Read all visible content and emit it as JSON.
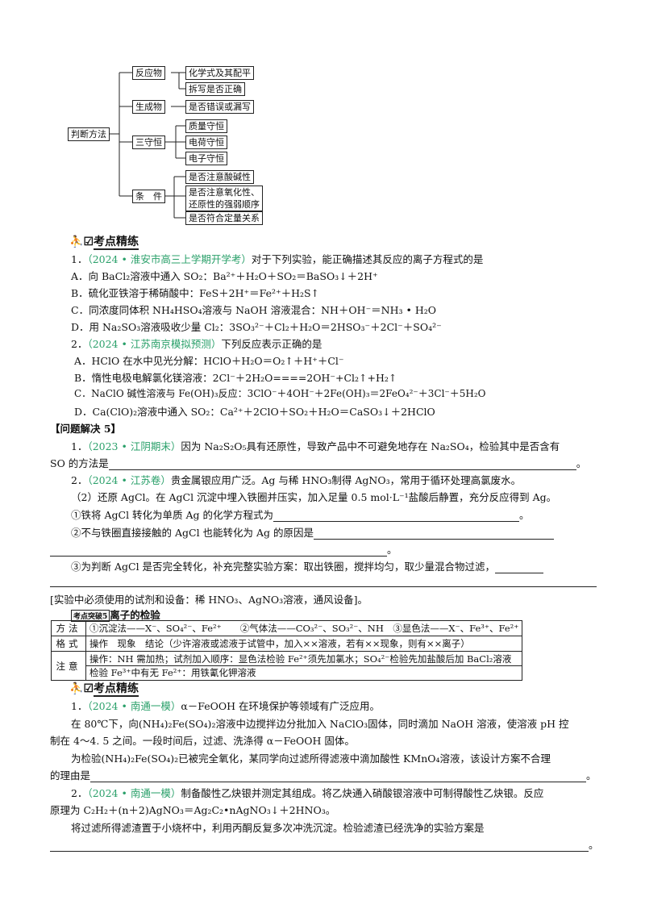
{
  "tree": {
    "root": "判断方法",
    "branch1": "反应物",
    "branch2": "生成物",
    "branch3": "三守恒",
    "branch4": "条　件",
    "leaf1": "化学式及其配平",
    "leaf2": "拆写是否正确",
    "leaf3": "是否错误或漏写",
    "leaf4": "质量守恒",
    "leaf5": "电荷守恒",
    "leaf6": "电子守恒",
    "leaf7": "是否注意酸碱性",
    "leaf8a": "是否注意氧化性、",
    "leaf8b": "还原性的强弱顺序",
    "leaf9": "是否符合定量关系"
  },
  "sec1": {
    "title": "考点精练",
    "q1_num": "1．",
    "q1_src": "（2024 • 淮安市高三上学期开学考）",
    "q1_stem": "对于下列实验，能正确描述其反应的离子方程式的是",
    "q1_a": "A．向 BaCl₂溶液中通入 SO₂：Ba²⁺＋H₂O＋SO₂＝BaSO₃↓＋2H⁺",
    "q1_b": "B．硫化亚铁溶于稀硝酸中：FeS＋2H⁺＝Fe²⁺＋H₂S↑",
    "q1_c": "C．同浓度同体积 NH₄HSO₄溶液与 NaOH 溶液混合：NH＋OH⁻＝NH₃ • H₂O",
    "q1_d": "D．用 Na₂SO₃溶液吸收少量 Cl₂：3SO₃²⁻＋Cl₂＋H₂O＝2HSO₃⁻＋2Cl⁻＋SO₄²⁻",
    "q2_num": "2．",
    "q2_src": "（2024 • 江苏南京模拟预测）",
    "q2_stem": "下列反应表示正确的是",
    "q2_a": "A．HClO 在水中见光分解：HClO＋H₂O＝O₂↑＋H⁺＋Cl⁻",
    "q2_b": "B．惰性电极电解氯化镁溶液：2Cl⁻＋2H₂O====2OH⁻+Cl₂↑+H₂↑",
    "q2_c": "C．NaClO 碱性溶液与 Fe(OH)₃反应：3ClO⁻＋4OH⁻＋2Fe(OH)₃＝2FeO₄²⁻＋3Cl⁻＋5H₂O",
    "q2_d": "D．Ca(ClO)₂溶液中通入 SO₂：Ca²⁺＋2ClO＋SO₂＋H₂O＝CaSO₃↓＋2HClO"
  },
  "sec2": {
    "title": "【问题解决 5】",
    "p1_num": "1．",
    "p1_src": "（2023 • 江阴期末）",
    "p1_text": "因为 Na₂S₂O₅具有还原性，导致产品中不可避免地存在 Na₂SO₄，检验其中是否含有",
    "p1_text2": "SO 的方法是",
    "p1_end": "。",
    "p2_num": "2．",
    "p2_src": "（2024 • 江苏卷）",
    "p2_text": "贵金属银应用广泛。Ag 与稀 HNO₃制得 AgNO₃，常用于循环处理高氯废水。",
    "p2_sub": "（2）还原 AgCl。在 AgCl 沉淀中埋入铁圈并压实，加入足量 0.5 mol·L⁻¹盐酸后静置，充分反应得到 Ag。",
    "p2_q1": "①铁将 AgCl 转化为单质 Ag 的化学方程式为",
    "p2_q1_end": "。",
    "p2_q2": "②不与铁圈直接接触的 AgCl 也能转化为 Ag 的原因是",
    "p2_q2_end": "。",
    "p2_q3": "③为判断 AgCl 是否完全转化，补充完整实验方案：取出铁圈，搅拌均匀，取少量混合物过滤，",
    "p2_note": "[实验中必须使用的试剂和设备：稀 HNO₃、AgNO₃溶液，通风设备]。"
  },
  "sec3": {
    "badge": "考点突破5",
    "title": "离子的检验",
    "row1_label": "方法",
    "row1_text": "①沉淀法——X⁻、SO₄²⁻、Fe²⁺　　②气体法——CO₃²⁻、SO₃²⁻、NH　③显色法——X⁻、Fe³⁺、Fe²⁺",
    "row2_label": "格式",
    "row2_text": "操作　现象　结论（少许溶液或滤液于试管中，加入××溶液，若有××现象，则有××离子）",
    "row3_label": "注意",
    "row3_text1": "操作：NH 需加热；试剂加入顺序：显色法检验 Fe²⁺须先加氯水；SO₄²⁻检验先加盐酸后加 BaCl₂溶液",
    "row3_text2": "检验 Fe³⁺中有无 Fe²⁺：用铁氰化钾溶液"
  },
  "sec4": {
    "title": "考点精练",
    "e1_num": "1．",
    "e1_src": "（2024 • 南通一模）",
    "e1_text": "α－FeOOH 在环境保护等领域有广泛应用。",
    "e1_p1": "在 80℃下，向(NH₄)₂Fe(SO₄)₂溶液中边搅拌边分批加入 NaClO₃固体，同时滴加 NaOH 溶液，使溶液 pH 控",
    "e1_p2": "制在 4～4. 5 之间。一段时间后，过滤、洗涤得 α－FeOOH 固体。",
    "e1_p3": "为检验(NH₄)₂Fe(SO₄)₂已被完全氧化，某同学向过滤所得滤液中滴加酸性 KMnO₄溶液，该设计方案不合理",
    "e1_p4": "的理由是",
    "e1_end": "。",
    "e2_num": "2．",
    "e2_src": "（2024 • 南通一模）",
    "e2_text": "制备酸性乙炔银并测定其组成。将乙炔通入硝酸银溶液中可制得酸性乙炔银。反应",
    "e2_p1": "原理为 C₂H₂＋(n＋2)AgNO₃＝Ag₂C₂•nAgNO₃↓＋2HNO₃。",
    "e2_p2": "将过滤所得滤渣置于小烧杯中，利用丙酮反复多次冲洗沉淀。检验滤渣已经洗净的实验方案是",
    "e2_end": "。"
  }
}
